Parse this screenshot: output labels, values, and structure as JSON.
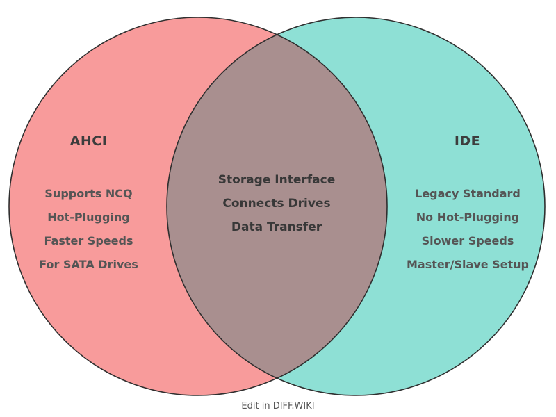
{
  "venn": {
    "left": {
      "title": "AHCI",
      "color": "#f89b9b",
      "items": [
        "Supports NCQ",
        "Hot-Plugging",
        "Faster Speeds",
        "For SATA Drives"
      ]
    },
    "right": {
      "title": "IDE",
      "color": "#8ee0d5",
      "items": [
        "Legacy Standard",
        "No Hot-Plugging",
        "Slower Speeds",
        "Master/Slave Setup"
      ]
    },
    "center": {
      "color": "#a98f8f",
      "items": [
        "Storage Interface",
        "Connects Drives",
        "Data Transfer"
      ]
    },
    "outline_color": "#2f2f2f",
    "footer": "Edit in DIFF.WIKI"
  }
}
